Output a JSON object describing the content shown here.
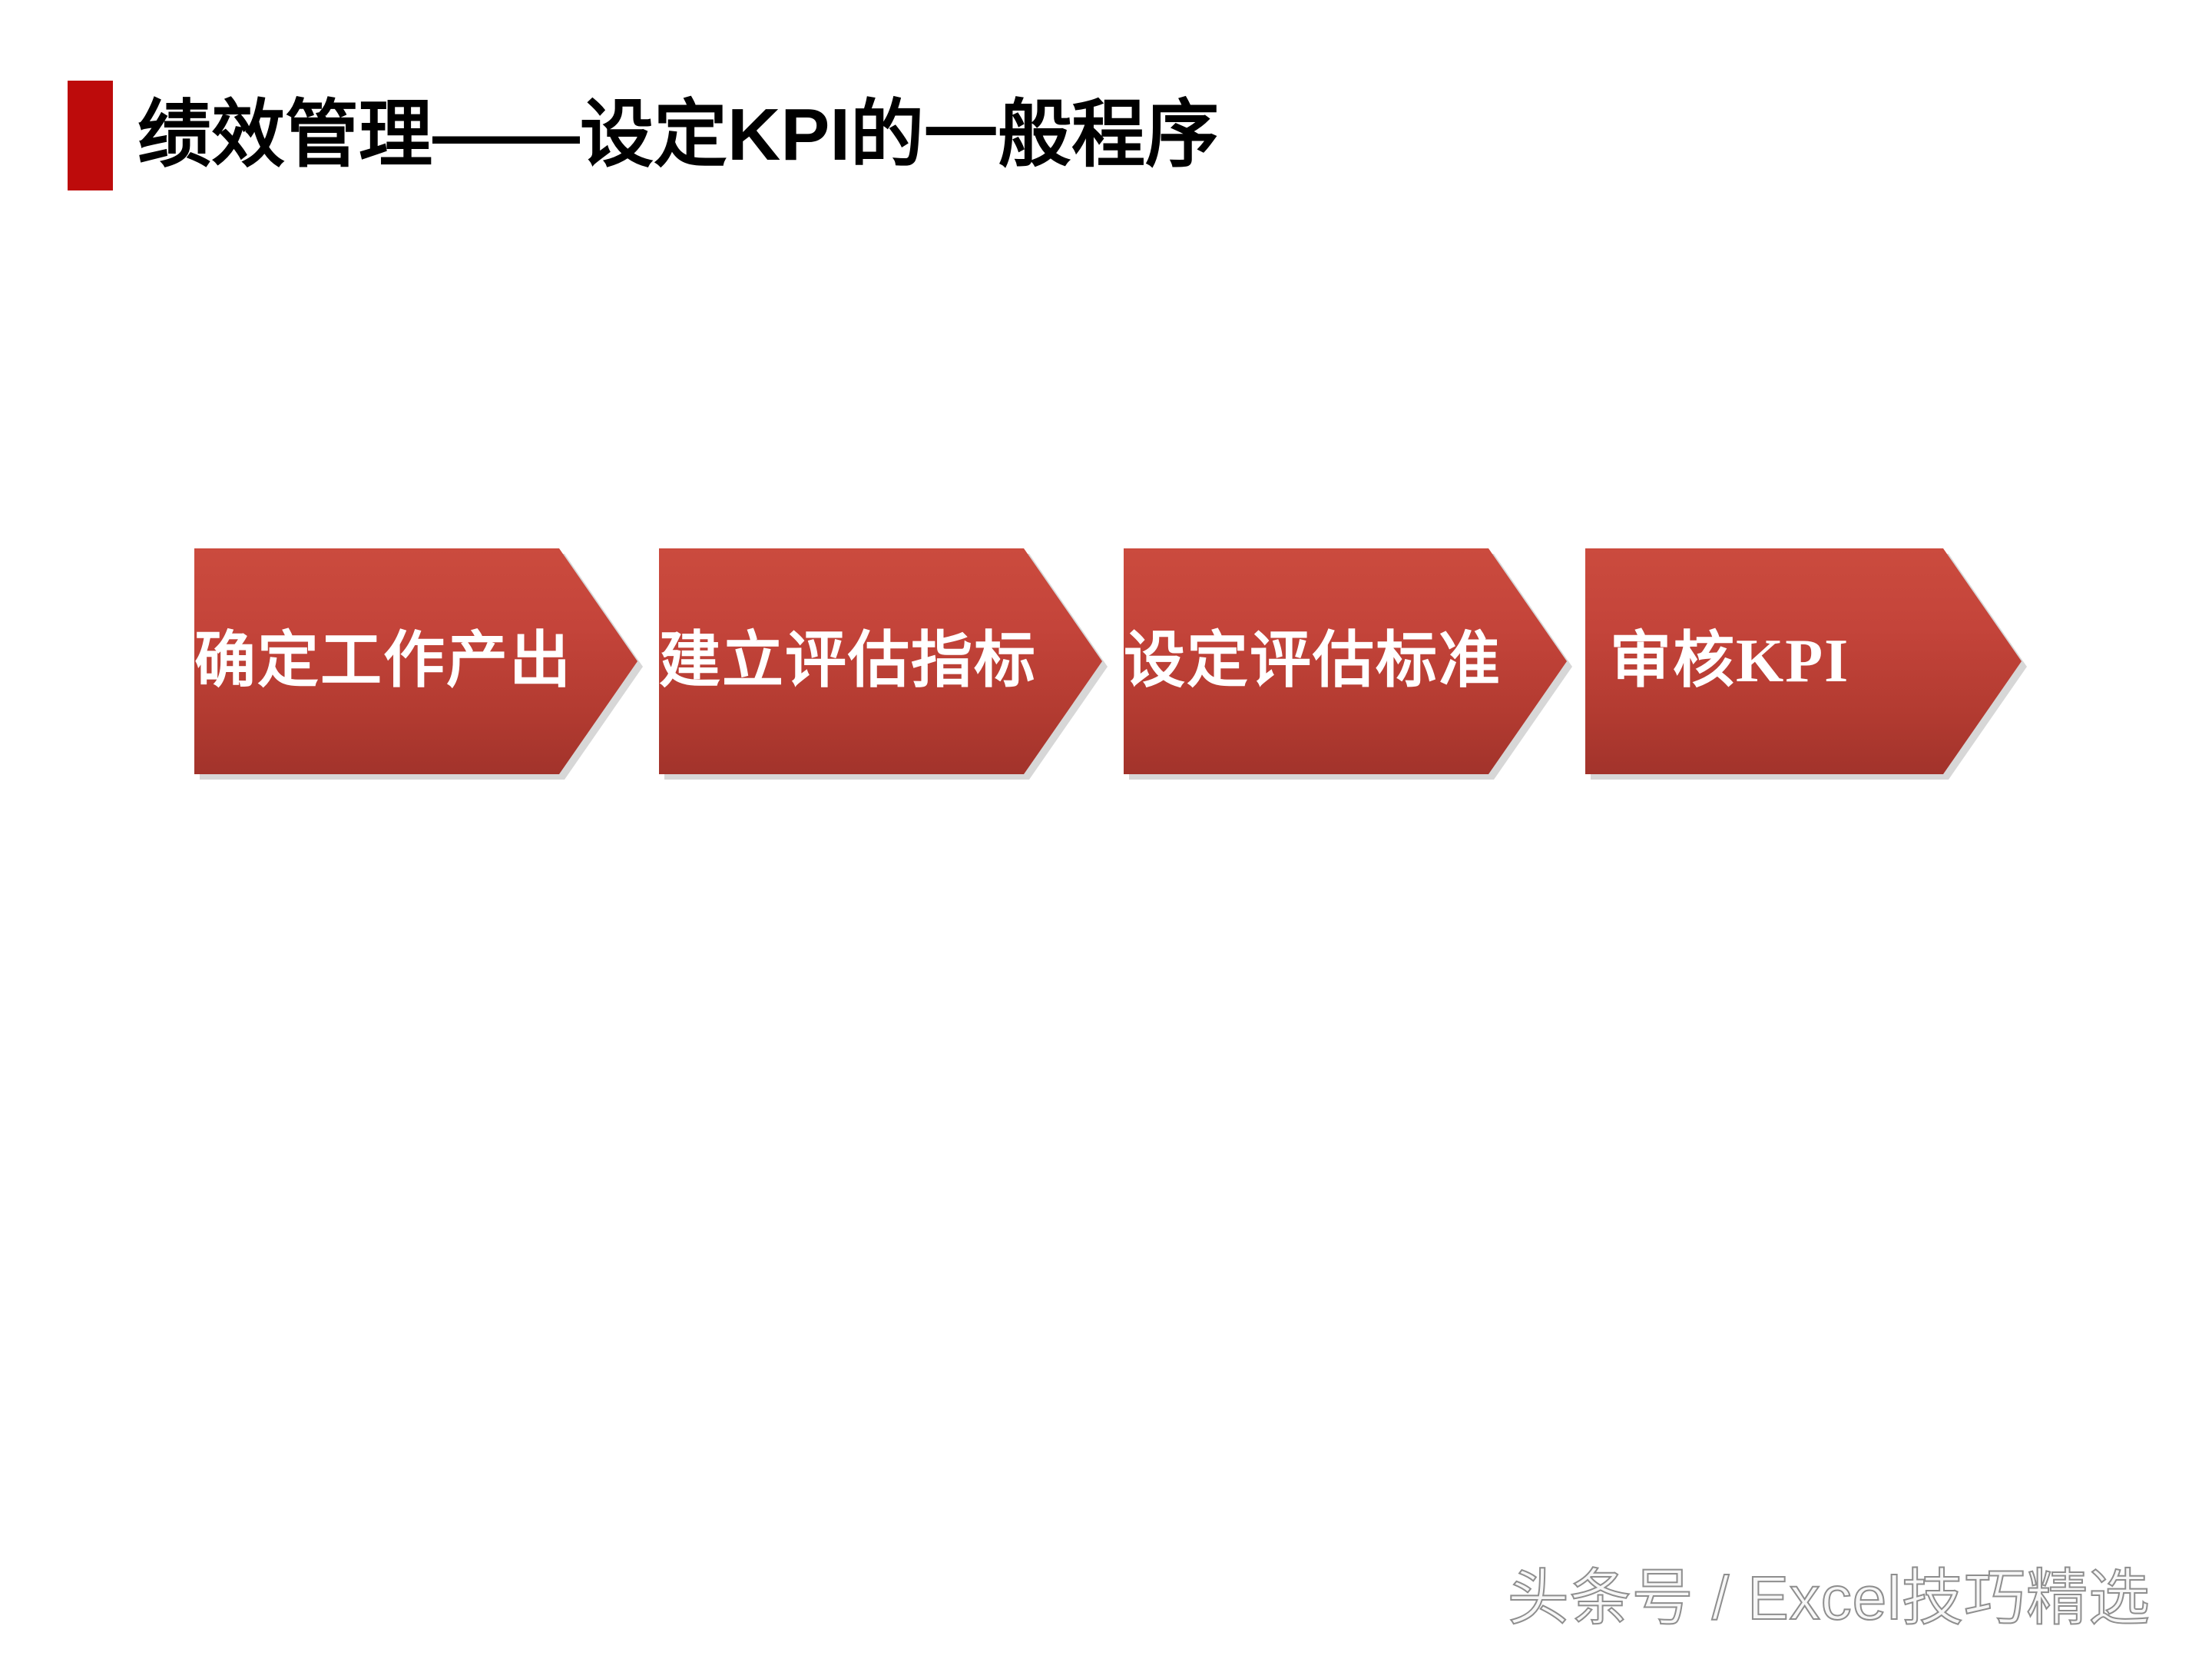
{
  "slide": {
    "background_color": "#ffffff",
    "title": "绩效管理——设定KPI的一般程序",
    "accent_color": "#bd0b0b"
  },
  "process": {
    "type": "chevron-flow",
    "direction": "left-to-right",
    "chevron_fill_top": "#cb4b3e",
    "chevron_fill_bottom": "#a2332b",
    "chevron_text_color": "#ffffff",
    "steps": [
      {
        "index": 1,
        "label": "确定工作产出",
        "align": "center"
      },
      {
        "index": 2,
        "label": "建立评估指标",
        "align": "center"
      },
      {
        "index": 3,
        "label": "设定评估标准",
        "align": "center"
      },
      {
        "index": 4,
        "label": "审核KPI",
        "align": "left"
      }
    ]
  },
  "footer": {
    "watermark": "头条号 / Excel技巧精选"
  }
}
